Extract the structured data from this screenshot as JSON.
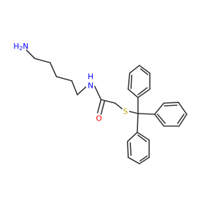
{
  "molecule": {
    "atoms": {
      "amine": {
        "text": "H2N",
        "main": "H",
        "sub": "2",
        "tail": "N",
        "color": "#0000ff"
      },
      "amide_n": {
        "text": "N",
        "color": "#0000ff"
      },
      "amide_h": {
        "text": "H",
        "color": "#0000ff"
      },
      "oxygen": {
        "text": "O",
        "color": "#ff0000"
      },
      "sulfur": {
        "text": "S",
        "color": "#b8a400"
      }
    },
    "colors": {
      "bond": "#333333",
      "background": "#ffffff"
    }
  }
}
